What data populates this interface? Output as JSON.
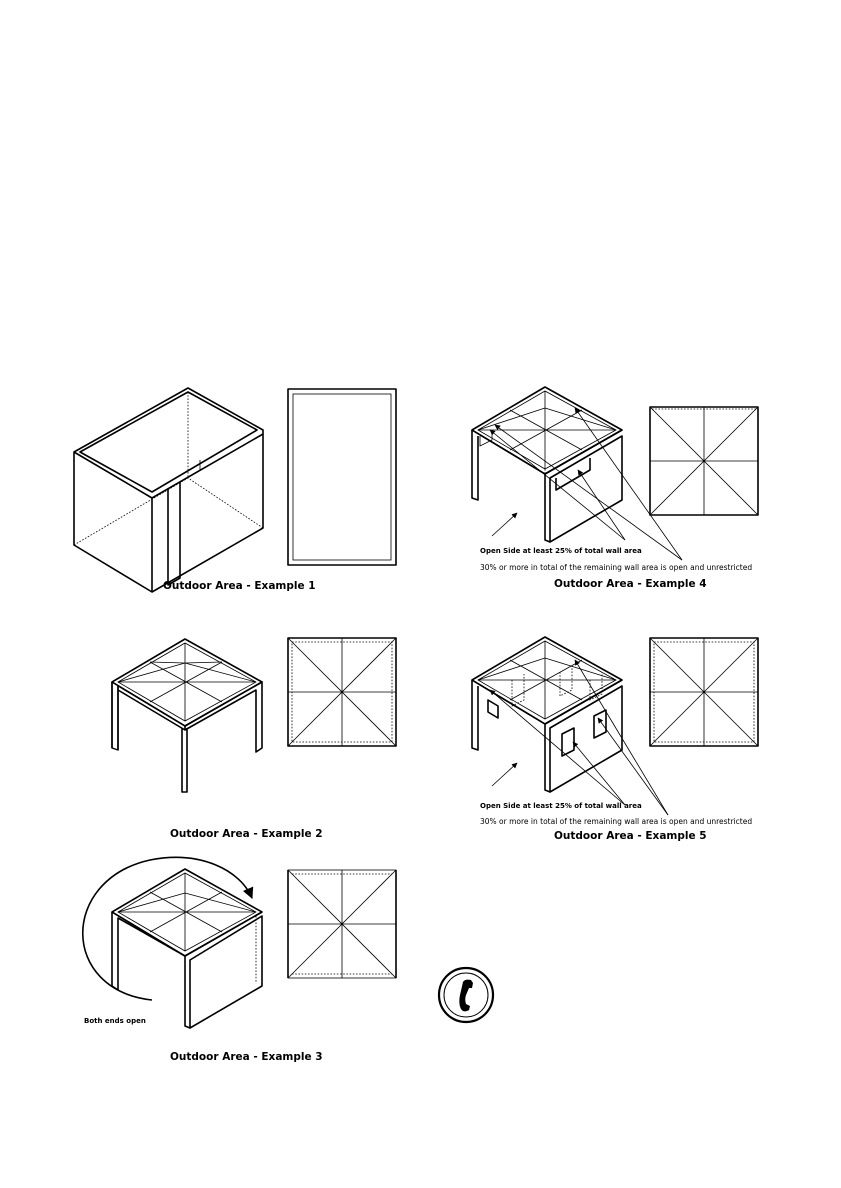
{
  "captions": {
    "ex1": "Outdoor Area - Example 1",
    "ex2": "Outdoor Area - Example 2",
    "ex3": "Outdoor Area - Example 3",
    "ex4": "Outdoor Area - Example 4",
    "ex5": "Outdoor Area - Example 5"
  },
  "notes": {
    "both_ends_open": "Both ends open",
    "ex4_open_side": "Open Side at least 25% of total wall area",
    "ex4_remaining": "30% or more in total of the remaining wall area is open and unrestricted",
    "ex5_open_side": "Open Side at least 25% of total wall area",
    "ex5_remaining": "30% or more in total of the remaining wall area is open and unrestricted"
  },
  "icons": {
    "phone": "phone-handset-icon"
  }
}
